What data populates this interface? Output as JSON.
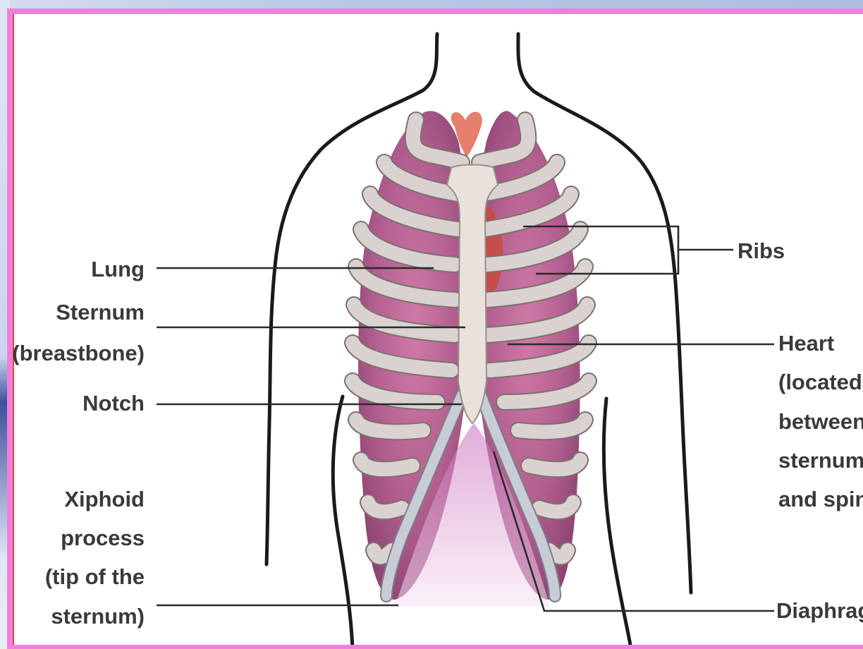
{
  "labels": {
    "lung": "Lung",
    "sternum": "Sternum",
    "sternum_note": "(breastbone)",
    "notch": "Notch",
    "xiphoid_1": "Xiphoid",
    "xiphoid_2": "process",
    "xiphoid_3": "(tip of the",
    "xiphoid_4": "sternum)",
    "ribs": "Ribs",
    "heart_1": "Heart",
    "heart_2": "(located",
    "heart_3": "between",
    "heart_4": "sternum",
    "heart_5": "and spine)",
    "diaphragm": "Diaphragm"
  },
  "colors": {
    "frame_border": "#f37fdc",
    "lung_tissue": "#b25f8f",
    "bone": "#d9d2cf",
    "cartilage": "#c8ccd6",
    "outline": "#1a1a1a"
  }
}
